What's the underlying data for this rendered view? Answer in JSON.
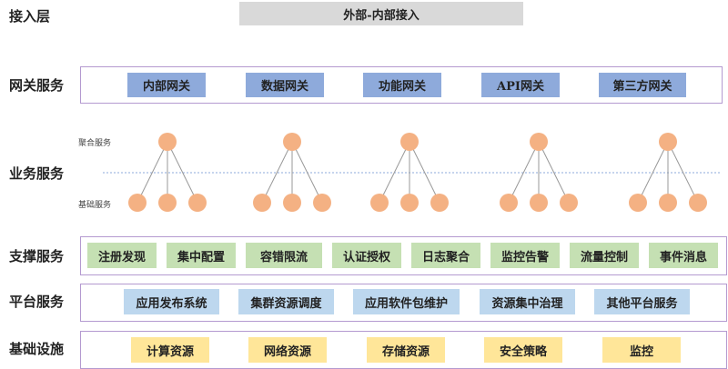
{
  "layers": {
    "access": {
      "label": "接入层",
      "bar_label": "外部-内部接入",
      "color": "#d9d9d9"
    },
    "gateway": {
      "label": "网关服务",
      "color": "#8eaadb",
      "items": [
        "内部网关",
        "数据网关",
        "功能网关",
        "API网关",
        "第三方网关"
      ]
    },
    "business": {
      "label": "业务服务",
      "aggregate_label": "聚合服务",
      "base_label": "基础服务",
      "node_color": "#f4b183",
      "trees": [
        {
          "children": 3
        },
        {
          "children": 3
        },
        {
          "children": 3
        },
        {
          "children": 3
        },
        {
          "children": 3
        }
      ]
    },
    "support": {
      "label": "支撑服务",
      "color": "#c5e0b3",
      "items": [
        "注册发现",
        "集中配置",
        "容错限流",
        "认证授权",
        "日志聚合",
        "监控告警",
        "流量控制",
        "事件消息"
      ]
    },
    "platform": {
      "label": "平台服务",
      "color": "#bdd7ee",
      "items": [
        "应用发布系统",
        "集群资源调度",
        "应用软件包维护",
        "资源集中治理",
        "其他平台服务"
      ]
    },
    "infrastructure": {
      "label": "基础设施",
      "color": "#ffe699",
      "items": [
        "计算资源",
        "网络资源",
        "存储资源",
        "安全策略",
        "监控"
      ]
    }
  }
}
